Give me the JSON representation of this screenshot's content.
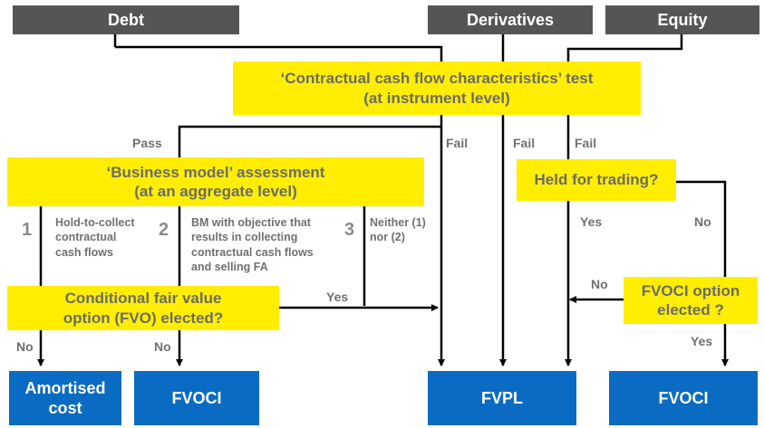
{
  "headers": {
    "debt": "Debt",
    "derivatives": "Derivatives",
    "equity": "Equity"
  },
  "tests": {
    "cash_flow_line1": "‘Contractual cash flow characteristics’ test",
    "cash_flow_line2": "(at instrument level)",
    "business_model_line1": "‘Business model’ assessment",
    "business_model_line2": "(at an aggregate level)",
    "held_for_trading": "Held for trading?",
    "fvo_line1": "Conditional fair value",
    "fvo_line2": "option (FVO) elected?",
    "fvoci_option_line1": "FVOCI option",
    "fvoci_option_line2": "elected ?"
  },
  "labels": {
    "pass": "Pass",
    "fail_debt": "Fail",
    "fail_derivatives": "Fail",
    "fail_equity": "Fail",
    "yes_trading": "Yes",
    "no_trading": "No",
    "yes_fvo": "Yes",
    "no_fvoci_option": "No",
    "yes_fvoci_option": "Yes",
    "no_amortised": "No",
    "no_fvoci": "No"
  },
  "business_models": [
    {
      "number": "1",
      "text_lines": [
        "Hold-to-collect",
        "contractual",
        "cash flows"
      ]
    },
    {
      "number": "2",
      "text_lines": [
        "BM with objective that",
        "results in collecting",
        "contractual cash flows",
        "and selling FA"
      ]
    },
    {
      "number": "3",
      "text_lines": [
        "Neither (1)",
        "nor (2)"
      ]
    }
  ],
  "outcomes": {
    "amortised_line1": "Amortised",
    "amortised_line2": "cost",
    "fvoci_debt": "FVOCI",
    "fvpl": "FVPL",
    "fvoci_equity": "FVOCI"
  },
  "colors": {
    "header": "#555555",
    "test": "#ffee00",
    "outcome": "#0a6bc2",
    "text_gray": "#6b6b6b"
  }
}
